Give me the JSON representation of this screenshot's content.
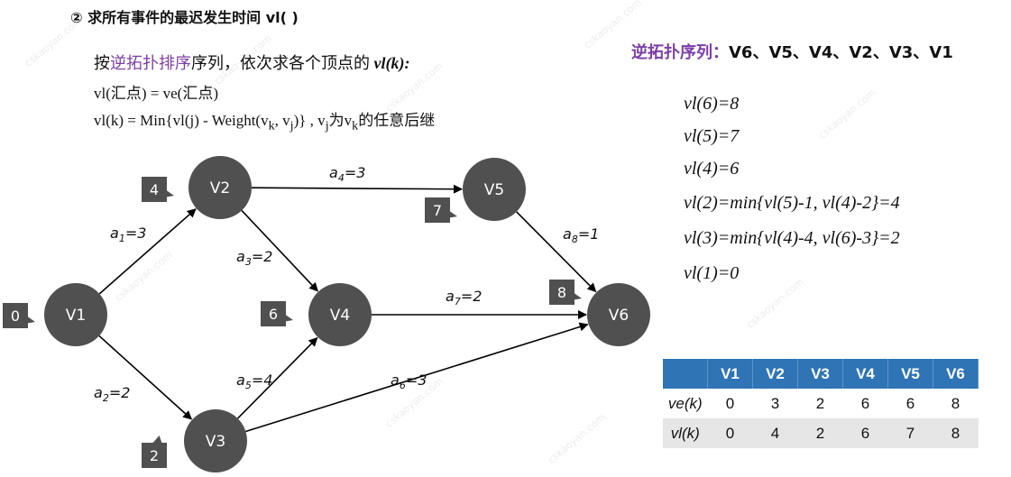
{
  "heading": "② 求所有事件的最迟发生时间 vl( )",
  "intro": {
    "prefix": "按",
    "highlight": "逆拓扑排序",
    "suffix": "序列，依次求各个顶点的",
    "var": "vl(k):"
  },
  "rule1": "vl(汇点) = ve(汇点)",
  "rule2": {
    "lhs": "vl(k) = Min{vl(j) - Weight(v",
    "sub_k": "k",
    "mid": ", v",
    "sub_j": "j",
    "rhs": ")} , v",
    "sub_j2": "j",
    "tail1": "为v",
    "sub_k2": "k",
    "tail2": "的任意后继"
  },
  "reverse_topo": {
    "label": "逆拓扑序列：",
    "sequence": "V6、V5、V4、V2、V3、V1"
  },
  "vl_steps": [
    "vl(6)=8",
    "vl(5)=7",
    "vl(4)=6",
    "vl(2)=min{vl(5)-1, vl(4)-2}=4",
    "vl(3)=min{vl(4)-4, vl(6)-3}=2",
    "vl(1)=0"
  ],
  "graph": {
    "vertices": [
      {
        "id": "V1",
        "tag": "0"
      },
      {
        "id": "V2",
        "tag": "4"
      },
      {
        "id": "V3",
        "tag": "2"
      },
      {
        "id": "V4",
        "tag": "6"
      },
      {
        "id": "V5",
        "tag": "7"
      },
      {
        "id": "V6",
        "tag": "8"
      }
    ],
    "edges": [
      {
        "from": "V1",
        "to": "V2",
        "name": "a",
        "sub": "1",
        "weight": "=3"
      },
      {
        "from": "V1",
        "to": "V3",
        "name": "a",
        "sub": "2",
        "weight": "=2"
      },
      {
        "from": "V2",
        "to": "V4",
        "name": "a",
        "sub": "3",
        "weight": "=2"
      },
      {
        "from": "V2",
        "to": "V5",
        "name": "a",
        "sub": "4",
        "weight": "=3"
      },
      {
        "from": "V3",
        "to": "V4",
        "name": "a",
        "sub": "5",
        "weight": "=4"
      },
      {
        "from": "V3",
        "to": "V6",
        "name": "a",
        "sub": "6",
        "weight": "=3"
      },
      {
        "from": "V4",
        "to": "V6",
        "name": "a",
        "sub": "7",
        "weight": "=2"
      },
      {
        "from": "V5",
        "to": "V6",
        "name": "a",
        "sub": "8",
        "weight": "=1"
      }
    ],
    "colors": {
      "node": "#505050",
      "tag": "#505050",
      "text": "#ffffff"
    }
  },
  "table": {
    "headers": [
      "",
      "V1",
      "V2",
      "V3",
      "V4",
      "V5",
      "V6"
    ],
    "rows": [
      {
        "label": "ve(k)",
        "values": [
          "0",
          "3",
          "2",
          "6",
          "6",
          "8"
        ]
      },
      {
        "label": "vl(k)",
        "values": [
          "0",
          "4",
          "2",
          "6",
          "7",
          "8"
        ]
      }
    ],
    "header_color": "#2f74b5"
  }
}
